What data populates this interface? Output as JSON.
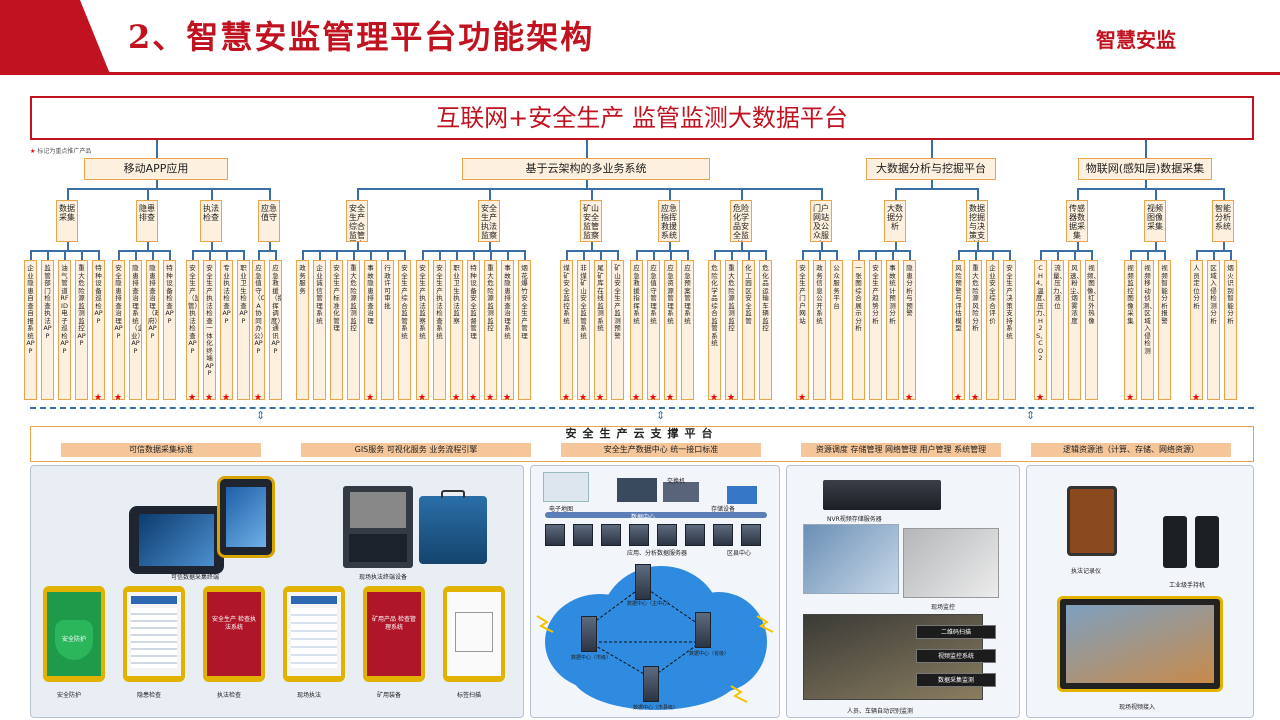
{
  "header": {
    "title": "2、智慧安监管理平台功能架构",
    "brand": "智慧安监"
  },
  "platform_title": "互联网+安全生产 监管监测大数据平台",
  "note": {
    "star": "★",
    "text": "标记为重点推广产品"
  },
  "categories": [
    {
      "label": "移动APP应用",
      "subs": [
        {
          "label": "数据采集",
          "leaves": [
            "企业隐患自查自报系统APP",
            "监管部门检查执法APP",
            "油气管道RFID电子巡检APP",
            "重大危险源监测监控APP",
            "特种设备巡检APP"
          ],
          "stars": [
            4
          ]
        },
        {
          "label": "隐患排查",
          "leaves": [
            "安全隐患排查治理APP",
            "隐患排查治理系统（企业）APP",
            "隐患排查治理（政府）APP",
            "特种设备检查APP"
          ],
          "stars": [
            0
          ]
        },
        {
          "label": "执法检查",
          "leaves": [
            "安全生产（监管）执法检查APP",
            "安全生产执法检查一体化终端APP",
            "专业执法检查APP",
            "职业卫生检查APP"
          ],
          "stars": [
            0,
            1,
            2
          ]
        },
        {
          "label": "应急值守",
          "leaves": [
            "应急值守（OA协同办公）APP",
            "应急救援（指挥调度）通讯APP"
          ],
          "stars": [
            0
          ]
        }
      ]
    },
    {
      "label": "基于云架构的多业务系统",
      "subs": [
        {
          "label": "安全生产综合监管平台",
          "leaves": [
            "政务服务",
            "企业诚信管理系统",
            "安全生产标准化管理",
            "重大危险源监测监控",
            "事故隐患排查治理",
            "行政许可审批",
            "安全生产综合监管系统"
          ],
          "stars": [
            4
          ]
        },
        {
          "label": "安全生产执法监察",
          "leaves": [
            "安全生产执法监察系统",
            "安全生产执法检查系统",
            "职业卫生执法监察",
            "特种设备安全监督管理",
            "重大危险源监测监控",
            "事故隐患排查治理系统",
            "烟花爆竹安全生产管理"
          ],
          "stars": [
            0,
            2,
            3,
            4,
            5
          ]
        },
        {
          "label": "矿山安全监管监察",
          "leaves": [
            "煤矿安全监控系统",
            "非煤矿山安全监管系统",
            "尾矿库在线监测系统",
            "矿山安全生产监测预警"
          ],
          "stars": [
            0,
            1,
            2
          ]
        },
        {
          "label": "应急指挥救援系统",
          "leaves": [
            "应急救援指挥系统",
            "应急值守管理系统",
            "应急资源管理系统",
            "应急预案管理系统"
          ],
          "stars": [
            0,
            1,
            2
          ]
        },
        {
          "label": "危险化学品安全监管",
          "leaves": [
            "危险化学品综合监管系统",
            "重大危险源监测监控",
            "化工园区安全监管",
            "危化品运输车辆监控"
          ],
          "stars": [
            0,
            1
          ]
        },
        {
          "label": "门户网站及公众服务",
          "leaves": [
            "安全生产门户网站",
            "政务信息公开系统",
            "公众服务平台"
          ],
          "stars": [
            0
          ]
        }
      ]
    },
    {
      "label": "大数据分析与挖掘平台",
      "subs": [
        {
          "label": "大数据分析",
          "leaves": [
            "一张图综合展示分析",
            "安全生产趋势分析",
            "事故统计预测分析",
            "隐患分析与预警"
          ],
          "stars": [
            3
          ]
        },
        {
          "label": "数据挖掘与决策支持",
          "leaves": [
            "风险预警与评估模型",
            "重大危险源风险分析",
            "企业安全综合评价",
            "安全生产决策支持系统"
          ],
          "stars": [
            0,
            1
          ]
        }
      ]
    },
    {
      "label": "物联网(感知层)数据采集",
      "subs": [
        {
          "label": "传感器数据采集",
          "leaves": [
            "CH4、温度、压力、H2S、CO2",
            "流量、压力、液位",
            "风速、粉尘、烟雾浓度",
            "视频、图像、红外热像"
          ],
          "stars": [
            0
          ]
        },
        {
          "label": "视频图像采集",
          "leaves": [
            "视频监控图像采集",
            "视频移动侦测、区域入侵检测",
            "视频智能分析报警"
          ],
          "stars": [
            0
          ]
        },
        {
          "label": "智能分析系统",
          "leaves": [
            "人员定位分析",
            "区域入侵检测分析",
            "烟火识别智能分析"
          ],
          "stars": [
            0
          ]
        }
      ]
    }
  ],
  "support": {
    "title": "安全生产云支撑平台",
    "chips": [
      "可信数据采集标准",
      "GIS服务 可视化服务 业务流程引擎",
      "安全生产数据中心 统一接口标准",
      "资源调度 存储管理 网络管理 用户管理 系统管理",
      "逻辑资源池（计算、存储、网络资源）"
    ]
  },
  "panel1": {
    "captions": {
      "terminal": "可信数据采集终端",
      "kit": "现场执法终端设备",
      "phones": [
        "安全防护",
        "隐患检查",
        "执法检查",
        "现场执法",
        "矿用装备",
        "标签扫描"
      ]
    },
    "phone_texts": [
      "安全防护",
      "安全生产 检查执法系统",
      "矿用产品 检查管理系统"
    ]
  },
  "panel2": {
    "labels": {
      "center_top": "数据中心",
      "datacenter": "数据中心（主中心）",
      "dc_left": "数据中心（市级）",
      "dc_right": "数据中心（省级）",
      "dc_bottom": "数据中心（市县级）",
      "apps": "应用、分析数据服务器",
      "switch": "交换机",
      "storage": "存储设备",
      "map": "电子地图",
      "cloud_link": "区县中心"
    }
  },
  "panel3": {
    "captions": {
      "recorder": "NVR视频存储服务器",
      "vision": "现场监控",
      "ai": "人员、车辆自动识别监测"
    },
    "menu": [
      "二维码扫描",
      "视频监控系统",
      "数据采集监测"
    ]
  },
  "panel4": {
    "captions": {
      "body_cam": "执法记录仪",
      "radio": "工业级手持机",
      "monitor": "现场视频接入"
    }
  }
}
